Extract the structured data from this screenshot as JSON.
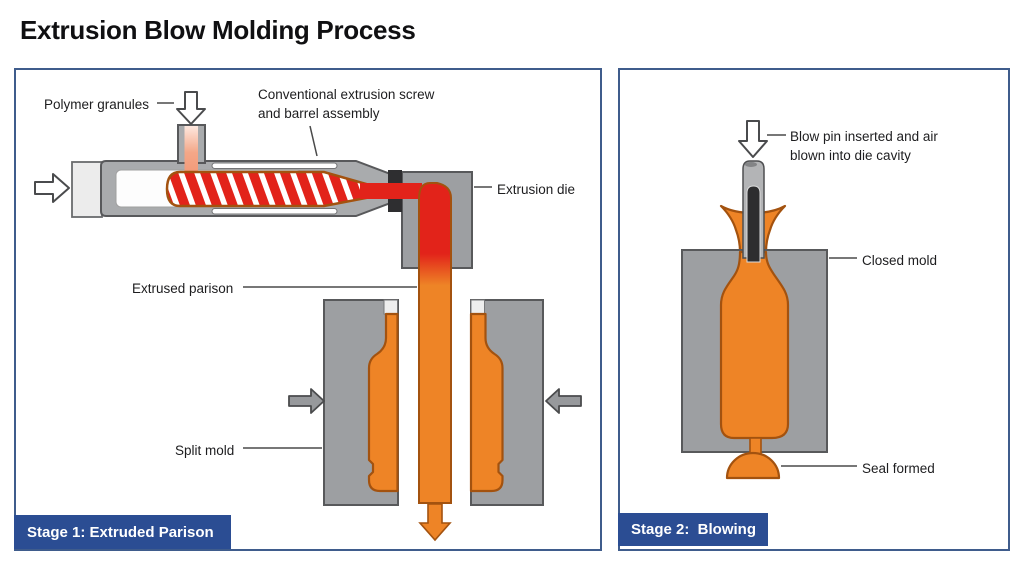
{
  "title": "Extrusion Blow Molding Process",
  "colors": {
    "panel-border": "#3f5c8c",
    "badge-blue": "#2b4d93",
    "metal-gray": "#a9abad",
    "mold-gray": "#9d9fa2",
    "gray-outline": "#58595b",
    "light-gray": "#ececec",
    "melt-red": "#e2231a",
    "plastic-orange": "#ee8426",
    "orange-outline": "#a3520f",
    "feed-pink": "#f4a788",
    "label-text": "#1d1d1f"
  },
  "stage1": {
    "badge": "Stage 1: Extruded Parison",
    "labels": {
      "polymer_granules": "Polymer granules",
      "screw_assembly_1": "Conventional extrusion screw",
      "screw_assembly_2": "and barrel assembly",
      "extrusion_die": "Extrusion die",
      "extruded_parison": "Extrused parison",
      "split_mold": "Split mold"
    }
  },
  "stage2": {
    "badge": "Stage 2:  Blowing",
    "labels": {
      "blow_pin_1": "Blow pin inserted and air",
      "blow_pin_2": "blown into die cavity",
      "closed_mold": "Closed mold",
      "seal_formed": "Seal formed"
    }
  }
}
